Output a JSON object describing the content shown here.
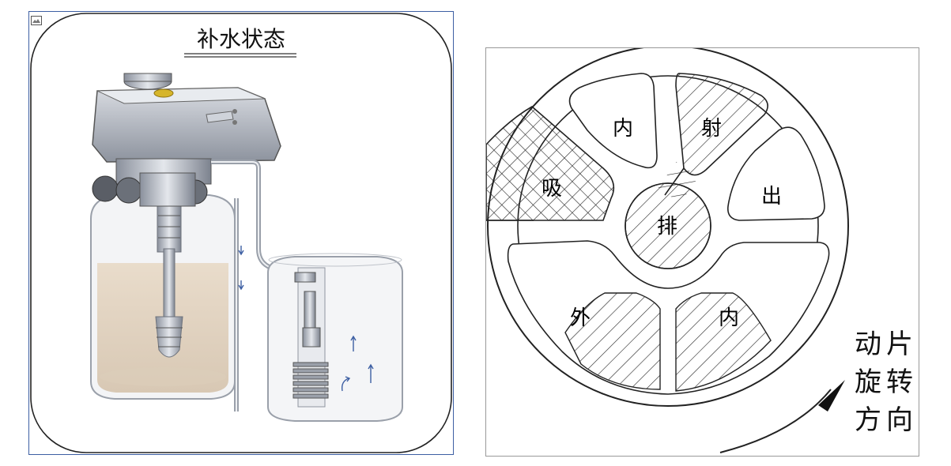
{
  "left_panel": {
    "title": "补水状态"
  },
  "right_panel": {
    "segments": {
      "inner_top": "内",
      "jet": "射",
      "out": "出",
      "suck": "吸",
      "drain": "排",
      "outer": "外",
      "inner_bottom": "内"
    },
    "rotation_label_col1": [
      "片",
      "转",
      "向"
    ],
    "rotation_label_col2": [
      "动",
      "旋",
      "方"
    ]
  },
  "colors": {
    "frame_blue": "#3d5fa3",
    "line": "#222222",
    "tank_liquid": "#e7d9c8",
    "metal": "#b7bcc6"
  }
}
